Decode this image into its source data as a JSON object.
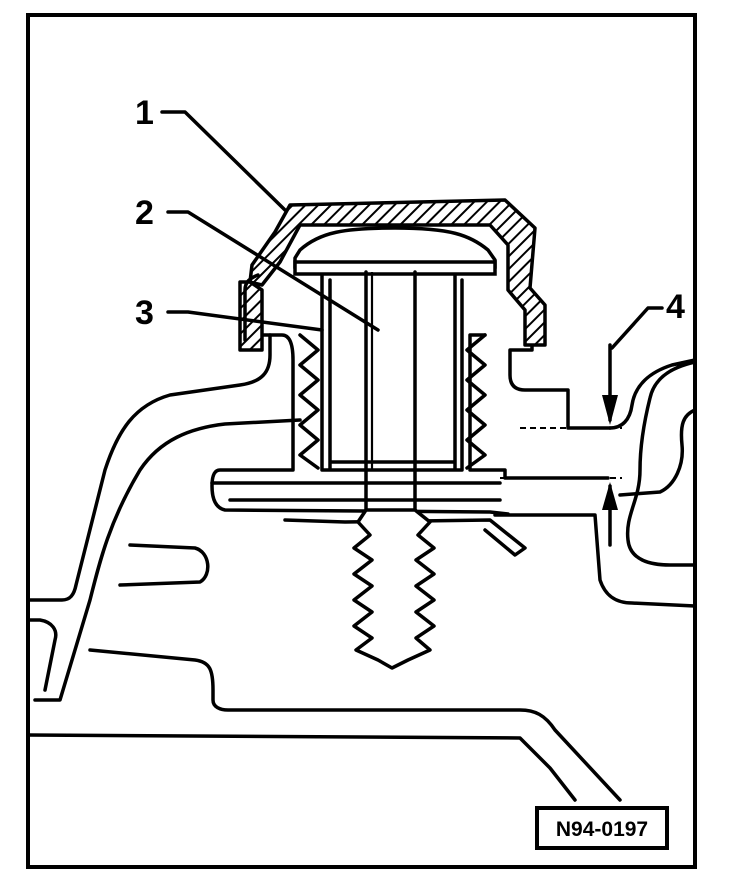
{
  "callouts": [
    {
      "label": "1"
    },
    {
      "label": "2"
    },
    {
      "label": "3"
    },
    {
      "label": "4"
    }
  ],
  "figure_code": "N94-0197"
}
